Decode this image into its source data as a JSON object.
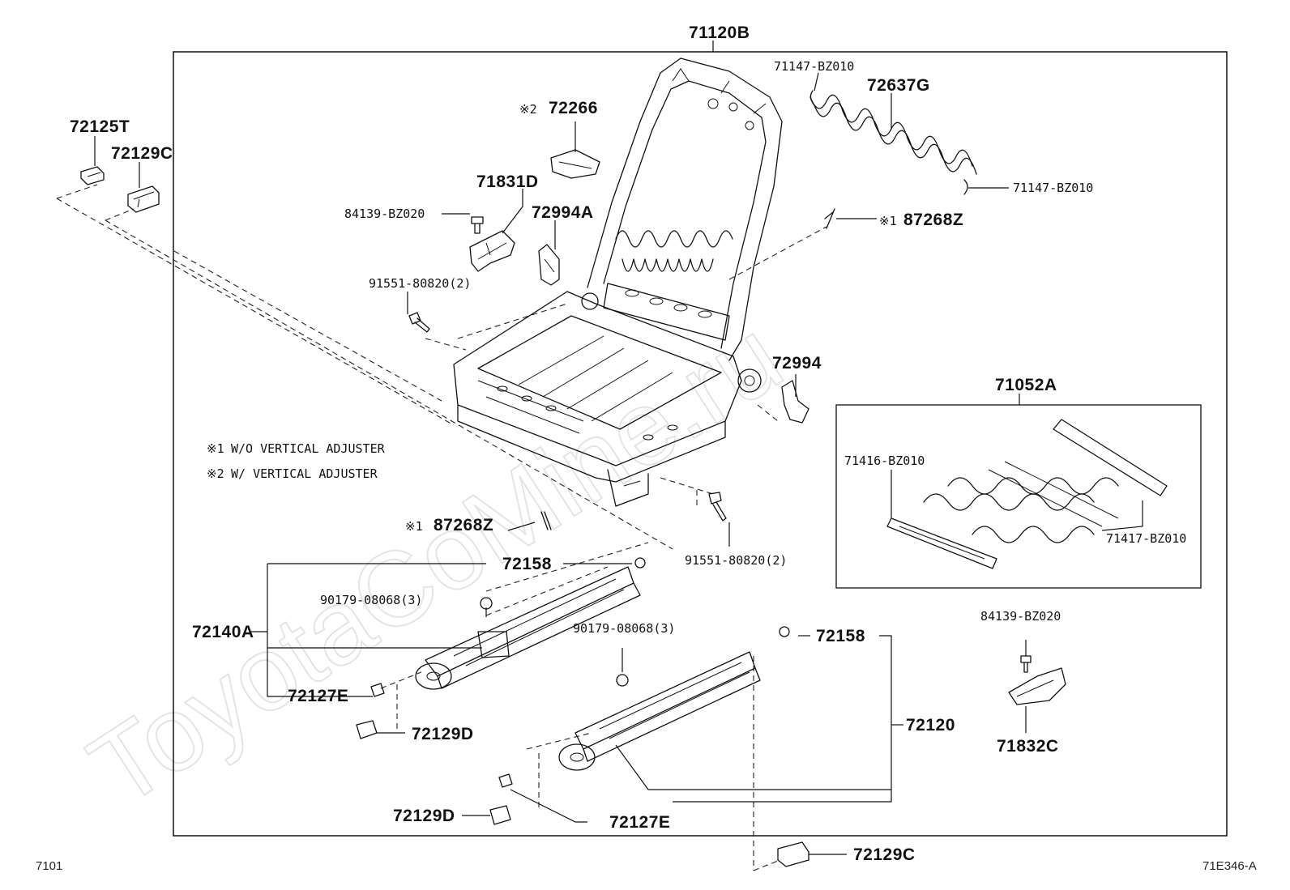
{
  "diagram": {
    "main_part": "71120B",
    "watermark": "ToyotaCoMine.ru",
    "footer_left": "7101",
    "footer_right": "71E346-A",
    "notes": [
      {
        "mark": "※1",
        "text": "W/O VERTICAL ADJUSTER"
      },
      {
        "mark": "※2",
        "text": "W/ VERTICAL ADJUSTER"
      }
    ],
    "inset_label": "71052A",
    "labels": {
      "p72125T": "72125T",
      "p72129C_top": "72129C",
      "p72266": "72266",
      "p72266_mark": "※2",
      "p71831D": "71831D",
      "p84139_left": "84139-BZ020",
      "p72994A": "72994A",
      "p91551_left": "91551-80820(2)",
      "p71147_top": "71147-BZ010",
      "p72637G": "72637G",
      "p71147_right": "71147-BZ010",
      "p87268Z_top": "87268Z",
      "p87268Z_top_mark": "※1",
      "p72994": "72994",
      "p71416": "71416-BZ010",
      "p71417": "71417-BZ010",
      "p87268Z_bot": "87268Z",
      "p87268Z_bot_mark": "※1",
      "p91551_right": "91551-80820(2)",
      "p72158_a": "72158",
      "p90179_a": "90179-08068(3)",
      "p72140A": "72140A",
      "p72127E_a": "72127E",
      "p72129D_a": "72129D",
      "p90179_b": "90179-08068(3)",
      "p72158_b": "72158",
      "p72120": "72120",
      "p84139_right": "84139-BZ020",
      "p71832C": "71832C",
      "p72129D_b": "72129D",
      "p72127E_b": "72127E",
      "p72129C_bot": "72129C"
    }
  }
}
